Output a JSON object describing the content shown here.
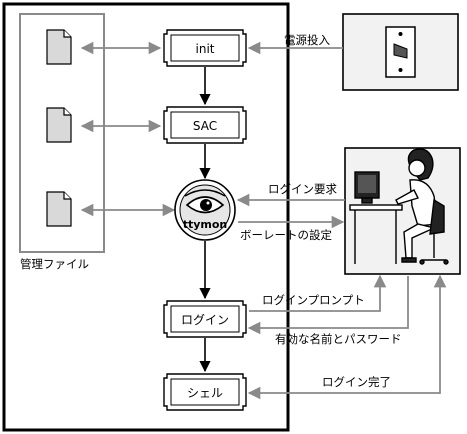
{
  "nodes": {
    "init": "init",
    "sac": "SAC",
    "ttymon": "ttymon",
    "login": "ログイン",
    "shell": "シェル"
  },
  "labels": {
    "admin_files": "管理ファイル",
    "power_on": "電源投入",
    "login_request": "ログイン要求",
    "baud_rate": "ボーレートの設定",
    "login_prompt": "ログインプロンプト",
    "valid_name_password": "有効な名前とパスワード",
    "login_complete": "ログイン完了"
  },
  "colors": {
    "line": "#000000",
    "arrow_gray": "#8a8a8a",
    "panel": "#f2f2f2",
    "doc": "#d9d9d9"
  }
}
